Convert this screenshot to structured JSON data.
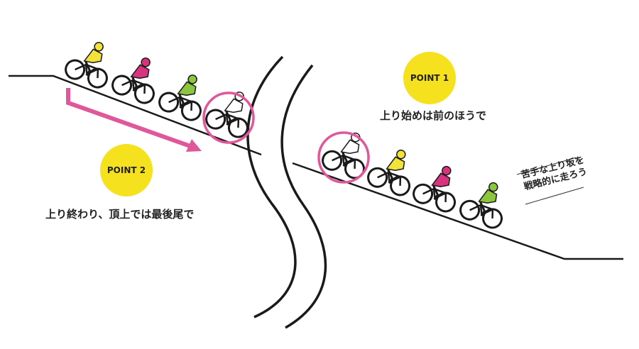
{
  "point1": {
    "badge": "POINT 1",
    "text": "上り始めは前のほうで"
  },
  "point2": {
    "badge": "POINT 2",
    "text": "上り終わり、頂上では最後尾で"
  },
  "note": {
    "line1": "苦手な上り坂を",
    "line2": "戦略的に走ろう"
  },
  "colors": {
    "yellow": "#f5e11e",
    "pink": "#e0589b",
    "line": "#1a1a1a"
  },
  "riders": [
    {
      "jersey": "#f3e23a"
    },
    {
      "jersey": "#d8337f"
    },
    {
      "jersey": "#8cc63f"
    },
    {
      "jersey": "#ffffff"
    },
    {
      "jersey": "#ffffff"
    },
    {
      "jersey": "#f3e23a"
    },
    {
      "jersey": "#d8337f"
    },
    {
      "jersey": "#8cc63f"
    }
  ]
}
